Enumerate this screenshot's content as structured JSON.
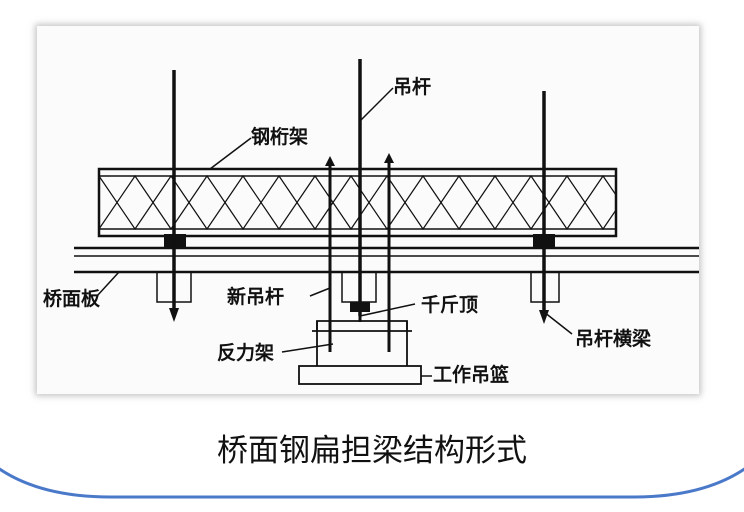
{
  "labels": {
    "hanger": "吊杆",
    "steel_truss": "钢桁架",
    "bridge_deck": "桥面板",
    "new_hanger": "新吊杆",
    "jack": "千斤顶",
    "reaction_frame": "反力架",
    "hanger_crossbeam": "吊杆横梁",
    "work_basket": "工作吊篮"
  },
  "caption": "桥面钢扁担梁结构形式",
  "colors": {
    "frame_border": "#4a79c9",
    "line": "#111111"
  }
}
